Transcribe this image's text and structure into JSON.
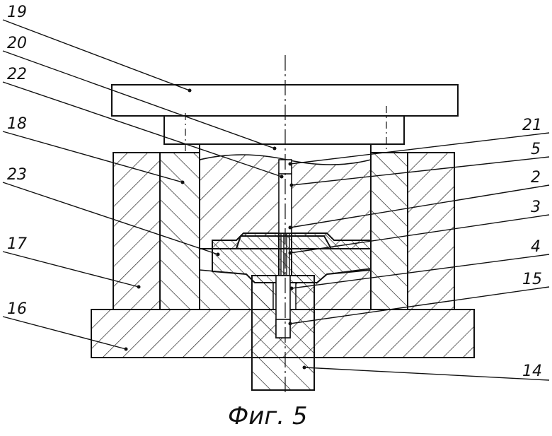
{
  "labels": {
    "l19": "19",
    "l20": "20",
    "l22": "22",
    "l18": "18",
    "l23": "23",
    "l17": "17",
    "l16": "16",
    "l21": "21",
    "l5": "5",
    "l2": "2",
    "l3": "3",
    "l4": "4",
    "l15": "15",
    "l14": "14"
  },
  "caption": "Фиг. 5",
  "colors": {
    "stroke": "#111111",
    "background": "#ffffff"
  }
}
